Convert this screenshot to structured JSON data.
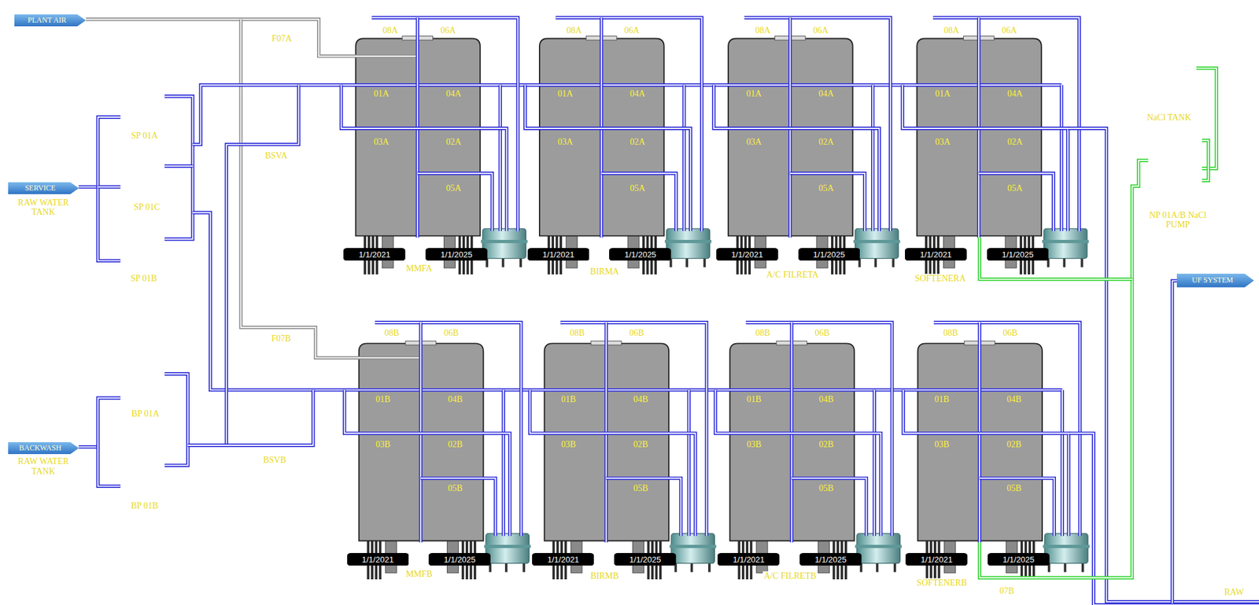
{
  "diagram": {
    "nodes": [
      {
        "text": [
          "PLANT AIR"
        ]
      },
      {
        "text": [
          "SERVICE"
        ]
      },
      {
        "text": [
          "1/1/2021"
        ]
      },
      {
        "text": [
          "1/1/2025"
        ]
      },
      {
        "text": [
          "1/1/2021"
        ]
      },
      {
        "text": [
          "1/1/2025"
        ]
      },
      {
        "text": [
          "1/1/2021"
        ]
      },
      {
        "text": [
          "1/1/2025"
        ]
      },
      {
        "text": [
          "1/1/2021"
        ]
      },
      {
        "text": [
          "1/1/2025"
        ]
      },
      {
        "text": [
          "UF SYSTEM"
        ]
      },
      {
        "text": [
          "BACKWASH"
        ]
      },
      {
        "text": [
          "1/1/2021"
        ]
      },
      {
        "text": [
          "1/1/2025"
        ]
      },
      {
        "text": [
          "1/1/2021"
        ]
      },
      {
        "text": [
          "1/1/2025"
        ]
      },
      {
        "text": [
          "1/1/2021"
        ]
      },
      {
        "text": [
          "1/1/2025"
        ]
      },
      {
        "text": [
          "1/1/2021"
        ]
      },
      {
        "text": [
          "1/1/2025"
        ]
      }
    ],
    "labels": [
      "F07A",
      "SP 01A",
      "BSVA",
      "RAW WATER TANK",
      "SP 01C",
      "SP 01B",
      "NaCl TANK",
      "NP 01A/B NaCl PUMP",
      "08A",
      "06A",
      "01A",
      "04A",
      "03A",
      "02A",
      "05A",
      "MMFA",
      "08A",
      "06A",
      "01A",
      "04A",
      "03A",
      "02A",
      "05A",
      "BIRMA",
      "08A",
      "06A",
      "01A",
      "04A",
      "03A",
      "02A",
      "05A",
      "A/C FILRETA",
      "08A",
      "06A",
      "01A",
      "04A",
      "03A",
      "02A",
      "05A",
      "SOFTENERA",
      "F07B",
      "BP 01A",
      "RAW WATER TANK",
      "BSVB",
      "BP 01B",
      "08B",
      "06B",
      "01B",
      "04B",
      "03B",
      "02B",
      "05B",
      "MMFB",
      "08B",
      "06B",
      "01B",
      "04B",
      "03B",
      "02B",
      "05B",
      "BIRMB",
      "08B",
      "06B",
      "01B",
      "04B",
      "03B",
      "02B",
      "05B",
      "A/C FILRETB",
      "08B",
      "06B",
      "01B",
      "04B",
      "03B",
      "02B",
      "05B",
      "SOFTENERB",
      "07B",
      "RAW"
    ]
  }
}
